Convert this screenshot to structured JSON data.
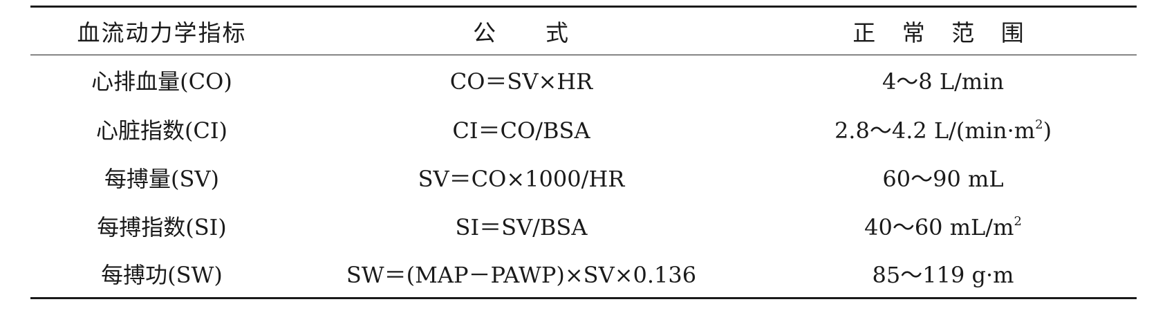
{
  "table": {
    "headers": [
      "血流动力学指标",
      "公　　式",
      "正 常 范 围"
    ],
    "rows": [
      {
        "indicator": "心排血量(CO)",
        "formula": "CO＝SV×HR",
        "range": "4～8 L/min",
        "range_sup": "",
        "range_tail": ""
      },
      {
        "indicator": "心脏指数(CI)",
        "formula": "CI＝CO/BSA",
        "range": "2.8～4.2 L/(min·m",
        "range_sup": "2",
        "range_tail": ")"
      },
      {
        "indicator": "每搏量(SV)",
        "formula": "SV＝CO×1000/HR",
        "range": "60～90 mL",
        "range_sup": "",
        "range_tail": ""
      },
      {
        "indicator": "每搏指数(SI)",
        "formula": "SI＝SV/BSA",
        "range": "40～60 mL/m",
        "range_sup": "2",
        "range_tail": ""
      },
      {
        "indicator": "每搏功(SW)",
        "formula": "SW＝(MAP－PAWP)×SV×0.136",
        "range": "85～119 g·m",
        "range_sup": "",
        "range_tail": ""
      }
    ]
  }
}
